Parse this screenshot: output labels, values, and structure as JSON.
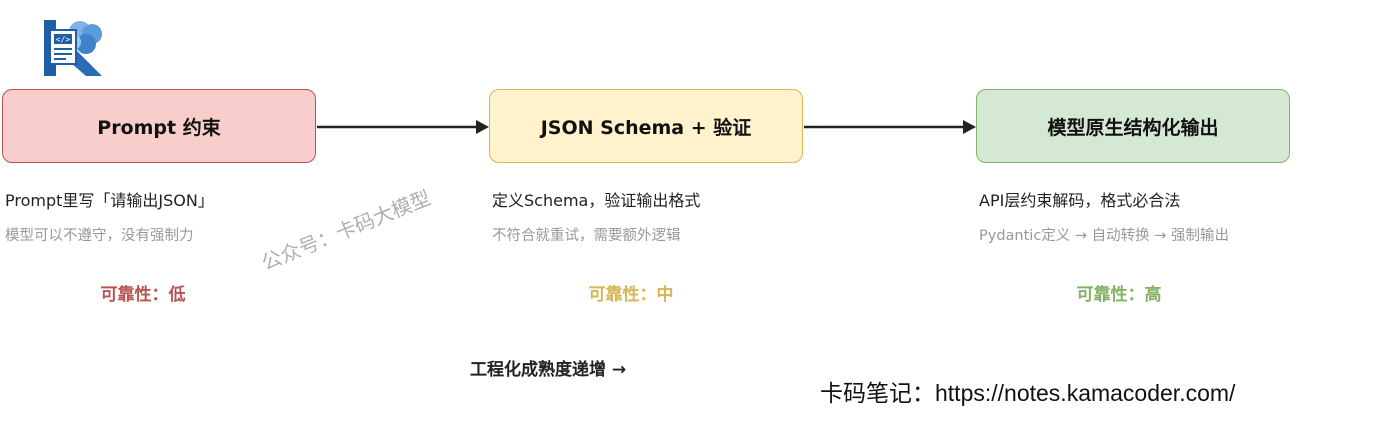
{
  "stages": [
    {
      "title": "Prompt 约束",
      "description": "Prompt里写「请输出JSON」",
      "detail": "模型可以不遵守，没有强制力",
      "reliability": "可靠性：低",
      "color_fill": "#f8cecc",
      "color_border": "#b85450"
    },
    {
      "title": "JSON Schema + 验证",
      "description": "定义Schema，验证输出格式",
      "detail": "不符合就重试，需要额外逻辑",
      "reliability": "可靠性：中",
      "color_fill": "#fff2cc",
      "color_border": "#d6b656"
    },
    {
      "title": "模型原生结构化输出",
      "description": "API层约束解码，格式必合法",
      "detail": "Pydantic定义 → 自动转换 → 强制输出",
      "reliability": "可靠性：高",
      "color_fill": "#d5e8d4",
      "color_border": "#82b366"
    }
  ],
  "maturity_label": "工程化成熟度递增 →",
  "watermark": "公众号：卡码大模型",
  "footer": "卡码笔记：https://notes.kamacoder.com/",
  "logo": {
    "icon": "code-document-brain-logo-icon",
    "letter": "K",
    "code_glyph": "</>"
  }
}
